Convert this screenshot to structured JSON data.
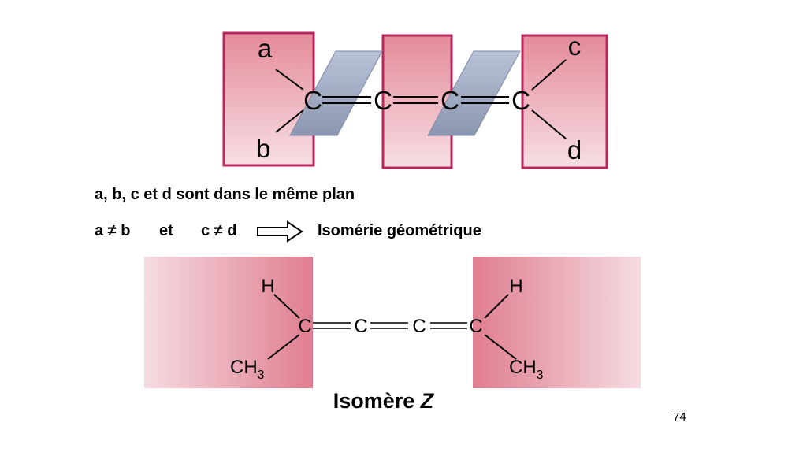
{
  "top_diagram": {
    "atoms": {
      "c1": "C",
      "c2": "C",
      "c3": "C",
      "c4": "C"
    },
    "substituents": {
      "a": "a",
      "b": "b",
      "c": "c",
      "d": "d"
    }
  },
  "statements": {
    "coplanar": "a, b, c et d sont dans le même plan",
    "cond_left": "a ≠ b",
    "cond_et": "et",
    "cond_right": "c ≠ d",
    "conclusion": "Isomérie géométrique"
  },
  "bottom_diagram": {
    "atoms": {
      "c1": "C",
      "c2": "C",
      "c3": "C",
      "c4": "C"
    },
    "h_left": "H",
    "h_right": "H",
    "ch3_left": "CH",
    "ch3_left_sub": "3",
    "ch3_right": "CH",
    "ch3_right_sub": "3"
  },
  "caption": {
    "prefix": "Isomère ",
    "letter": "Z"
  },
  "page_number": "74",
  "colors": {
    "plane_pink_dark": "#e48a99",
    "plane_pink_light": "#f5d9df",
    "frame_border": "#b8285e",
    "plane_blue_dark": "#8c98b3",
    "plane_blue_light": "#b8c1d5"
  }
}
